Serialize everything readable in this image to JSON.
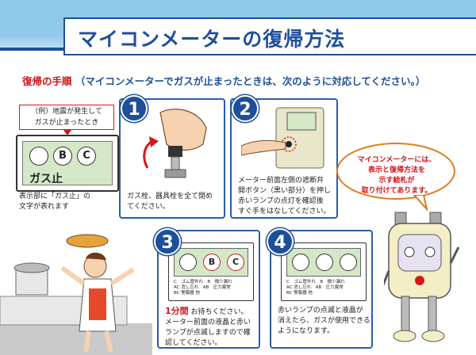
{
  "title": "マイコンメーターの復帰方法",
  "subheading": {
    "label": "復帰の手順",
    "note": "（マイコンメーターでガスが止まったときは、次のように対応してください。）"
  },
  "example": {
    "note_line1": "（例）地震が発生して",
    "note_line2": "ガスが止まったとき",
    "display_b": "B",
    "display_c": "C",
    "display_text": "ガス止",
    "caption_line1": "表示部に「ガス止」の",
    "caption_line2": "文字が表れます"
  },
  "steps": [
    {
      "number": "1",
      "caption_line1": "ガス栓、器具栓を全て閉め",
      "caption_line2": "てください。"
    },
    {
      "number": "2",
      "caption_line1": "メーター前面左側の遮断弁",
      "caption_line2": "開ボタン（黒い部分）を押し",
      "caption_line3": "赤いランプの点灯を確認後",
      "caption_line4": "すぐ手をはなしてください。"
    },
    {
      "number": "3",
      "time": "1分間",
      "caption_line1": "お待ちください。",
      "caption_line2": "メーター前面の液晶と赤い",
      "caption_line3": "ランプが点滅しますので確",
      "caption_line4": "認してください。",
      "display_b": "B",
      "display_c": "C"
    },
    {
      "number": "4",
      "caption_line1": "赤いランプの点滅と液晶が",
      "caption_line2": "消えたら、ガスが使用できる",
      "caption_line3": "ようになります。"
    }
  ],
  "lamp_legend": {
    "row1": "C　ゴム管外れ　B　微少漏れ",
    "row2": "AC 消し忘れ　AB　圧力異常",
    "row3": "BC 警報器 他"
  },
  "bubble": {
    "line1": "マイコンメーターには、",
    "line2": "表示と復帰方法を",
    "line3": "示す絵札が",
    "line4": "取り付けてあります。"
  },
  "colors": {
    "header": "#8fc8ea",
    "brand_blue": "#1e4f9a",
    "alert_red": "#d0141a",
    "lcd_green": "#d4e8c7"
  }
}
